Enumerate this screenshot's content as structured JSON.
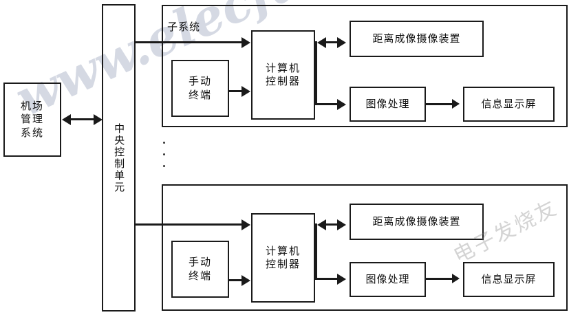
{
  "diagram": {
    "title_present": false,
    "nodes": {
      "airport_management": {
        "label": "机场管理系统",
        "lines": [
          "机场",
          "管理",
          "系统"
        ]
      },
      "central_control": {
        "label": "中央控制单元"
      },
      "subsystem_label": "子系统",
      "subsystem_1": {
        "manual_terminal": {
          "lines": [
            "手动",
            "终端"
          ]
        },
        "computer_controller": {
          "lines": [
            "计算机",
            "控制器"
          ]
        },
        "range_camera": {
          "label": "距离成像摄像装置"
        },
        "image_processing": {
          "label": "图像处理"
        },
        "info_display": {
          "label": "信息显示屏"
        }
      },
      "subsystem_2": {
        "manual_terminal": {
          "lines": [
            "手动",
            "终端"
          ]
        },
        "computer_controller": {
          "lines": [
            "计算机",
            "控制器"
          ]
        },
        "range_camera": {
          "label": "距离成像摄像装置"
        },
        "image_processing": {
          "label": "图像处理"
        },
        "info_display": {
          "label": "信息显示屏"
        }
      }
    },
    "ellipsis": "⋮",
    "watermarks": {
      "primary": "www.elecfans.com",
      "secondary": "电子发烧友"
    },
    "colors": {
      "stroke": "#1a1a1a",
      "background": "#ffffff",
      "watermark": "#96a0b9"
    }
  }
}
